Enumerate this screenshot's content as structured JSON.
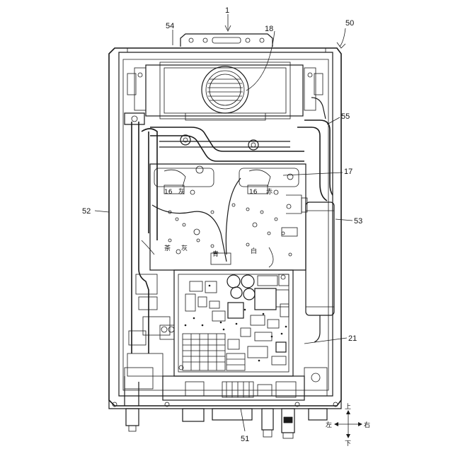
{
  "labels": {
    "ref_1": "1",
    "ref_18": "18",
    "ref_50": "50",
    "ref_54": "54",
    "ref_55": "55",
    "ref_17": "17",
    "ref_52": "52",
    "ref_53": "53",
    "ref_21": "21",
    "ref_51": "51"
  },
  "board_marks": {
    "mark_16_left": "16",
    "kanji_left": "灰",
    "mark_16_right": "16",
    "kanji_right": "赤",
    "kanji_brown": "茶",
    "kanji_gray": "灰",
    "kanji_blue": "青",
    "kanji_white": "白"
  },
  "compass": {
    "up": "上",
    "down": "下",
    "left": "左",
    "right": "右"
  }
}
